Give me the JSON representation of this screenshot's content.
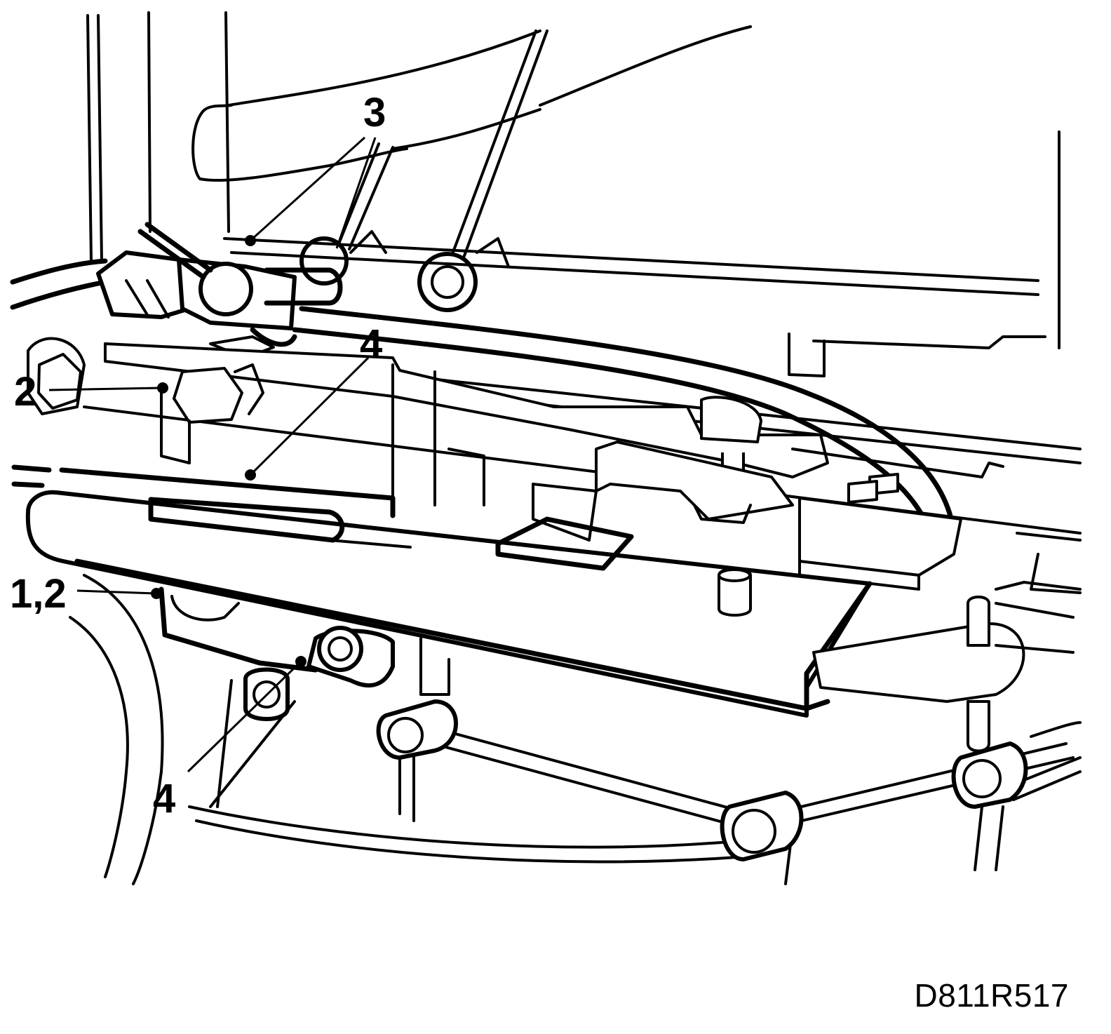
{
  "callouts": {
    "c3": "3",
    "c4_top": "4",
    "c2": "2",
    "c12": "1,2",
    "c4_bottom": "4"
  },
  "reference_code": "D811R517"
}
